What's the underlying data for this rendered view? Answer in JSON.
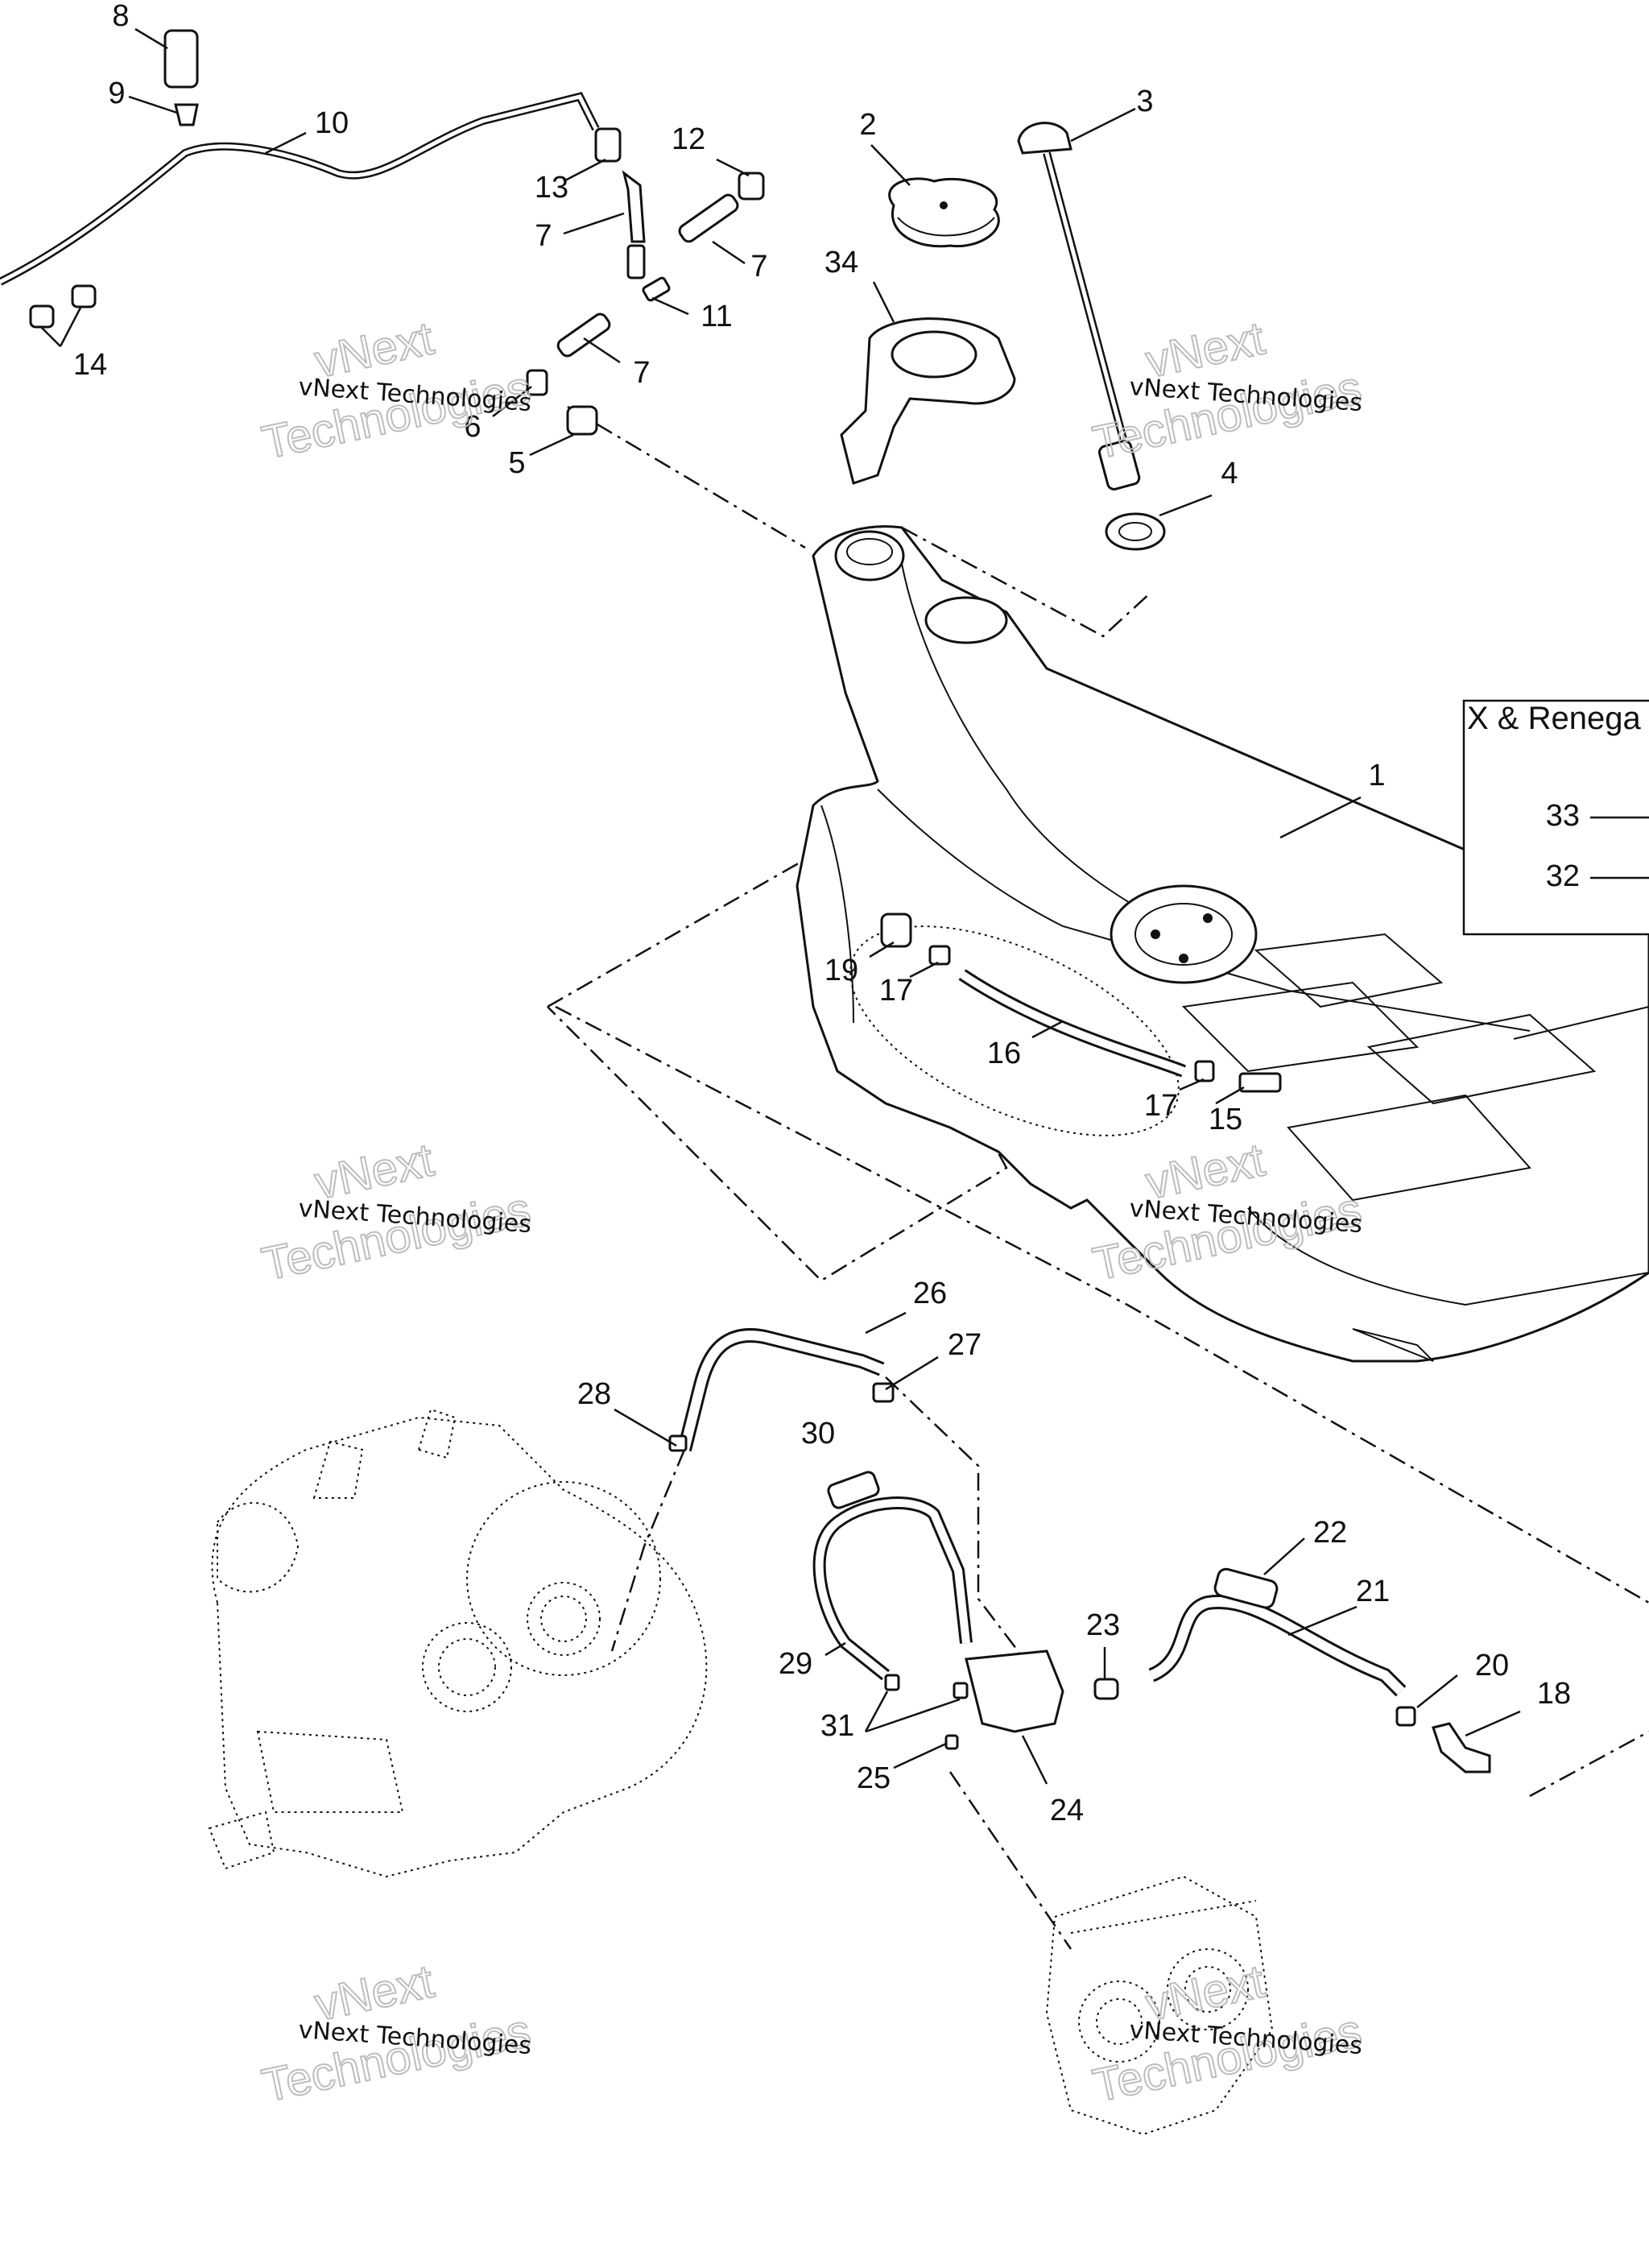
{
  "callouts": [
    {
      "id": "c1",
      "label": "1"
    },
    {
      "id": "c2",
      "label": "2"
    },
    {
      "id": "c3",
      "label": "3"
    },
    {
      "id": "c4",
      "label": "4"
    },
    {
      "id": "c5",
      "label": "5"
    },
    {
      "id": "c6",
      "label": "6"
    },
    {
      "id": "c7a",
      "label": "7"
    },
    {
      "id": "c7b",
      "label": "7"
    },
    {
      "id": "c7c",
      "label": "7"
    },
    {
      "id": "c8",
      "label": "8"
    },
    {
      "id": "c9",
      "label": "9"
    },
    {
      "id": "c10",
      "label": "10"
    },
    {
      "id": "c11",
      "label": "11"
    },
    {
      "id": "c12",
      "label": "12"
    },
    {
      "id": "c13",
      "label": "13"
    },
    {
      "id": "c14",
      "label": "14"
    },
    {
      "id": "c15",
      "label": "15"
    },
    {
      "id": "c16",
      "label": "16"
    },
    {
      "id": "c17a",
      "label": "17"
    },
    {
      "id": "c17b",
      "label": "17"
    },
    {
      "id": "c18",
      "label": "18"
    },
    {
      "id": "c19",
      "label": "19"
    },
    {
      "id": "c20",
      "label": "20"
    },
    {
      "id": "c21",
      "label": "21"
    },
    {
      "id": "c22",
      "label": "22"
    },
    {
      "id": "c23",
      "label": "23"
    },
    {
      "id": "c24",
      "label": "24"
    },
    {
      "id": "c25",
      "label": "25"
    },
    {
      "id": "c26",
      "label": "26"
    },
    {
      "id": "c27",
      "label": "27"
    },
    {
      "id": "c28",
      "label": "28"
    },
    {
      "id": "c29",
      "label": "29"
    },
    {
      "id": "c30",
      "label": "30"
    },
    {
      "id": "c31",
      "label": "31"
    },
    {
      "id": "c34",
      "label": "34"
    }
  ],
  "inset": {
    "title": "X & Renega",
    "items": [
      "33",
      "32"
    ]
  },
  "watermark": {
    "line1": "vNext Technologies",
    "big_top": "vNext",
    "big_bottom": "Technologies"
  }
}
